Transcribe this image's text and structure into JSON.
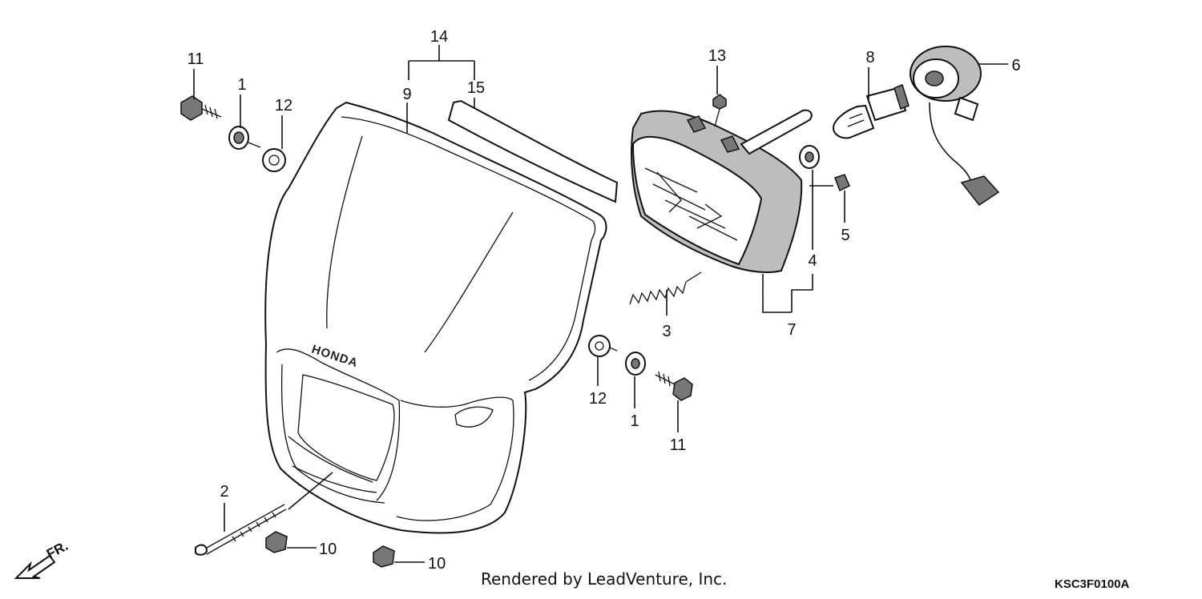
{
  "callouts": {
    "c14": "14",
    "c9": "9",
    "c15": "15",
    "c11a": "11",
    "c1a": "1",
    "c12a": "12",
    "c13": "13",
    "c8": "8",
    "c6": "6",
    "c5": "5",
    "c4": "4",
    "c7": "7",
    "c3": "3",
    "c12b": "12",
    "c1b": "1",
    "c11b": "11",
    "c2": "2",
    "c10a": "10",
    "c10b": "10"
  },
  "credit": "Rendered by LeadVenture, Inc.",
  "diagram_code": "KSC3F0100A",
  "front_label": "FR.",
  "brand_text": "HONDA"
}
